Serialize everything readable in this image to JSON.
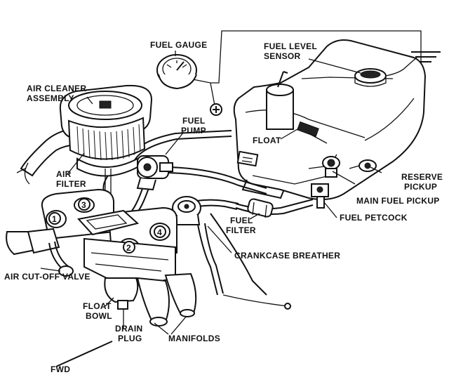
{
  "labels": {
    "fuel_gauge": "FUEL GAUGE",
    "fuel_level_sensor_1": "FUEL LEVEL",
    "fuel_level_sensor_2": "SENSOR",
    "air_cleaner_1": "AIR CLEANER",
    "air_cleaner_2": "ASSEMBLY",
    "fuel_pump_1": "FUEL",
    "fuel_pump_2": "PUMP",
    "float": "FLOAT",
    "air_filter_1": "AIR",
    "air_filter_2": "FILTER",
    "reserve_pickup_1": "RESERVE",
    "reserve_pickup_2": "PICKUP",
    "main_fuel_pickup": "MAIN FUEL PICKUP",
    "fuel_petcock": "FUEL PETCOCK",
    "fuel_filter_1": "FUEL",
    "fuel_filter_2": "FILTER",
    "crankcase_breather": "CRANKCASE BREATHER",
    "air_cutoff_valve": "AIR CUT-OFF VALVE",
    "float_bowl_1": "FLOAT",
    "float_bowl_2": "BOWL",
    "drain_plug_1": "DRAIN",
    "drain_plug_2": "PLUG",
    "manifolds": "MANIFOLDS",
    "fwd": "FWD"
  },
  "cylinders": [
    "1",
    "2",
    "3",
    "4"
  ],
  "symbols": {
    "positive_terminal": "+"
  },
  "colors": {
    "ink": "#111111",
    "paper": "#ffffff"
  }
}
